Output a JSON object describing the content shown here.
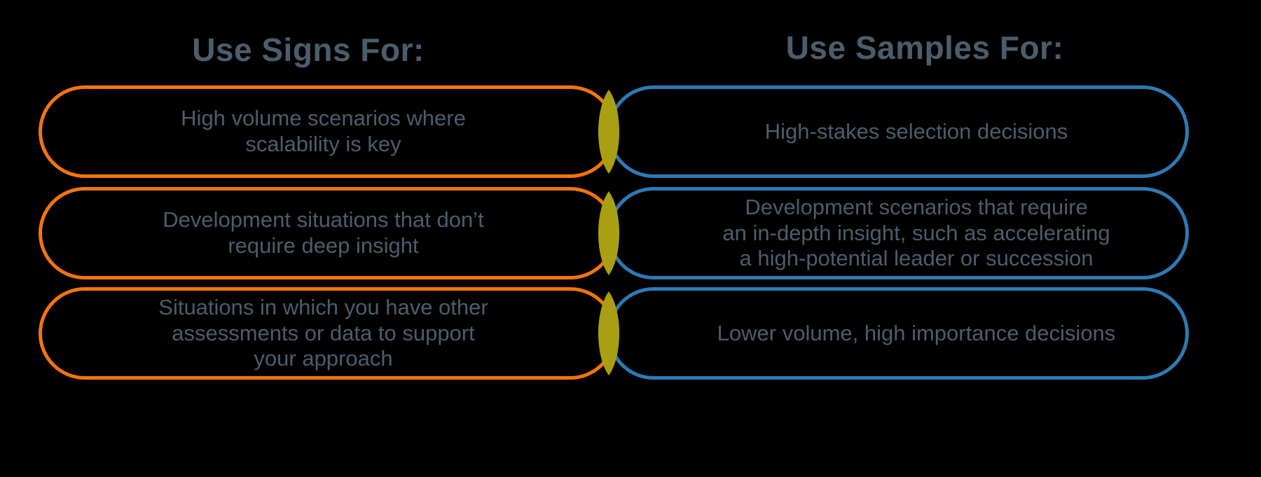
{
  "page": {
    "background_color": "#000000",
    "text_color": "#4b5d6b",
    "left_accent_color": "#f4740c",
    "right_accent_color": "#2d7ab4",
    "overlap_color": "#a8a012"
  },
  "headings": {
    "left": "Use Signs For:",
    "right": "Use Samples For:"
  },
  "chart_data": {
    "type": "diagram",
    "title": "",
    "left_label": "Use Signs For:",
    "right_label": "Use Samples For:",
    "rows": [
      {
        "left": "High volume scenarios where\nscalability is key",
        "right": "High-stakes selection decisions"
      },
      {
        "left": "Development situations that don’t\nrequire deep insight",
        "right": "Development scenarios that require\nan in-depth insight, such as accelerating\na high-potential leader or succession"
      },
      {
        "left": "Situations in which you have other\nassessments or data to support\nyour approach",
        "right": "Lower volume, high importance decisions"
      }
    ]
  }
}
